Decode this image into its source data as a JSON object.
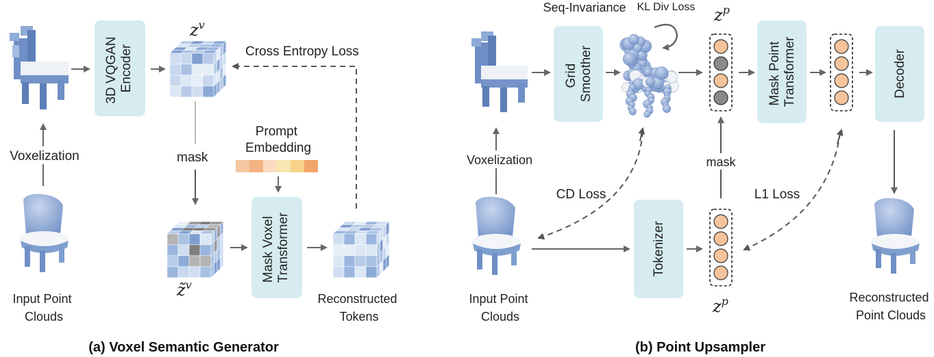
{
  "captions": {
    "left": "(a) Voxel Semantic Generator",
    "right": "(b) Point Upsampler"
  },
  "left": {
    "encoder": [
      "3D VQGAN",
      "Encoder"
    ],
    "mask_transformer": [
      "Mask Voxel",
      "Transformer"
    ],
    "zv_top": "z",
    "zv_top_sup": "v",
    "zv_bottom": "z̃",
    "zv_bottom_sup": "v",
    "cross_entropy": "Cross Entropy Loss",
    "prompt_embedding": [
      "Prompt",
      "Embedding"
    ],
    "mask": "mask",
    "voxelization": "Voxelization",
    "input": [
      "Input Point",
      "Clouds"
    ],
    "reconstructed": [
      "Reconstructed",
      "Tokens"
    ],
    "prompt_colors": [
      "#f5c7a0",
      "#f4b282",
      "#fbdcc2",
      "#f8e6b0",
      "#f7d38a",
      "#f2a46c"
    ]
  },
  "right": {
    "seq_invariance": "Seq-Invariance",
    "kl_loss": "KL Div Loss",
    "grid_smoother": [
      "Grid",
      "Smoother"
    ],
    "mask_point_transformer": [
      "Mask Point",
      "Transformer"
    ],
    "decoder": "Decoder",
    "tokenizer": "Tokenizer",
    "zp_top": "z",
    "zp_top_sup": "p",
    "zp_bottom": "z",
    "zp_bottom_sup": "p",
    "mask": "mask",
    "voxelization": "Voxelization",
    "cd_loss": "CD Loss",
    "l1_loss": "L1 Loss",
    "input": [
      "Input Point",
      "Clouds"
    ],
    "reconstructed": [
      "Reconstructed",
      "Point Clouds"
    ]
  },
  "colors": {
    "box": "#d6ecf1",
    "token_orange": "#f6c49c",
    "token_gray": "#8a8a8a",
    "voxel_blue": "#6d8fc5",
    "point_blue": "#7f9fce",
    "arrow": "#666666"
  }
}
